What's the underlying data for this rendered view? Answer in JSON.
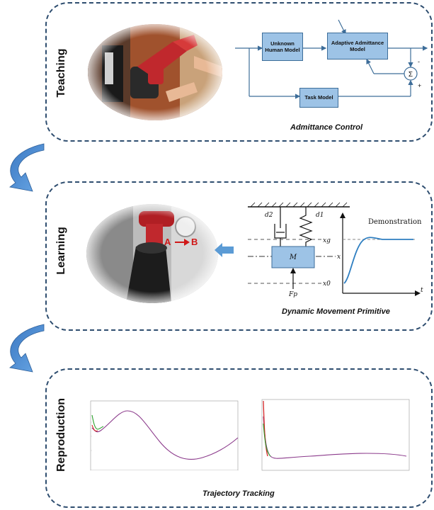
{
  "stages": {
    "teaching": {
      "label": "Teaching",
      "caption": "Admittance Control"
    },
    "learning": {
      "label": "Learning",
      "caption": "Dynamic Movement Primitive"
    },
    "reproduction": {
      "label": "Reproduction",
      "caption": "Trajectory Tracking"
    }
  },
  "admittance_diagram": {
    "blocks": {
      "unknown_human_model": "Unknown Human Model",
      "adaptive_admittance_model": "Adaptive Admittance Model",
      "task_model": "Task Model"
    },
    "summing_symbol": "Σ",
    "minus_sign": "-",
    "plus_sign": "+"
  },
  "learning_photo": {
    "label_a": "A",
    "label_b": "B"
  },
  "dmp_diagram": {
    "spring_label": "d1",
    "damper_label": "d2",
    "mass_label": "M",
    "force_label": "Fp",
    "goal_label": "xg",
    "position_label": "x",
    "start_label": "x0",
    "time_label": "t",
    "curve_label": "Demonstration"
  },
  "colors": {
    "panel_border": "#2e4d6f",
    "block_fill": "#9dc3e6",
    "flow_arrow": "#5b9bd5",
    "trajectory_reference": "#8b3a8b",
    "trajectory_green": "#2ca02c",
    "trajectory_red": "#d62728"
  }
}
